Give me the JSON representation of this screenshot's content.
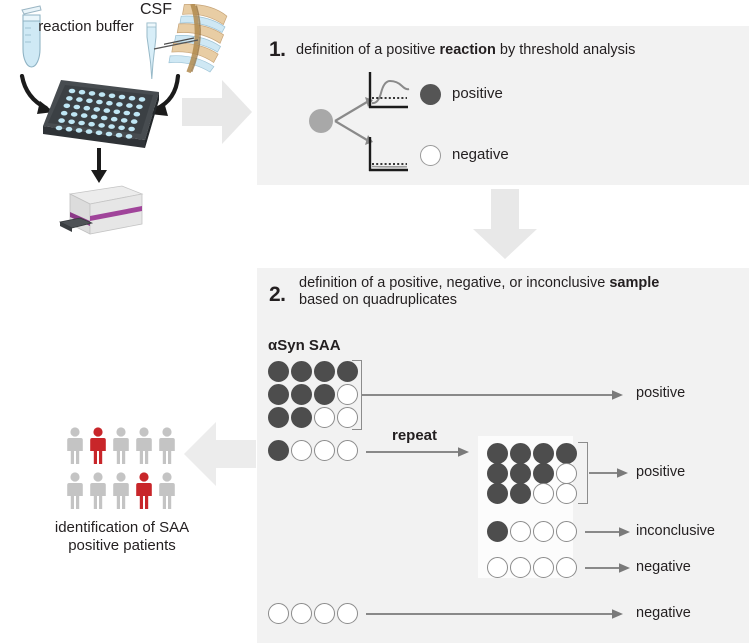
{
  "figure": {
    "title": "alpha-synuclein seed amplification assay (SAA) workflow",
    "background": "#ffffff",
    "panel_bg": "#f2f2f2"
  },
  "colors": {
    "panel": "#f2f2f2",
    "positive_dot": "#4d4d4d",
    "negative_dot_border": "#8c8c8c",
    "negative_dot_fill": "#ffffff",
    "source_dot": "#a8a8a8",
    "arrow": "#6e6e6e",
    "block_arrow": "#e8e8e8",
    "person_grey": "#c4c4c4",
    "person_red": "#c8262a",
    "plate_body": "#3f4448",
    "well": "#b9e2f0",
    "reader_stripe": "#a0449a",
    "tube_liquid": "#bfe4f2",
    "spine_bone": "#e3c59a",
    "spine_disc": "#bfe0ef",
    "text": "#231f20"
  },
  "inputs": {
    "reaction_buffer": {
      "label": "reaction buffer",
      "icon": "microcentrifuge-tube-icon"
    },
    "csf": {
      "label": "CSF",
      "icon": "spine-lumbar-puncture-icon",
      "pipette_icon": "pipette-tip-icon"
    },
    "plate": {
      "icon": "96-well-microplate-icon",
      "rows": 8,
      "columns": 12
    },
    "reader": {
      "icon": "plate-reader-icon"
    }
  },
  "step1": {
    "number": "1.",
    "text_before": "definition of a positive ",
    "text_bold": "reaction",
    "text_after": " by threshold analysis",
    "source_dot": "source-well-dot",
    "branches": [
      {
        "curve": "sigmoidal-rising-curve",
        "threshold": "dotted-threshold-line",
        "dot_state": "positive",
        "label": "positive"
      },
      {
        "curve": "flat-baseline-curve",
        "threshold": "dotted-threshold-line",
        "dot_state": "negative",
        "label": "negative"
      }
    ]
  },
  "step2": {
    "number": "2.",
    "line1_before": "definition of a positive, negative, or inconclusive ",
    "line1_bold": "sample",
    "line2": "based on quadruplicates",
    "assay_label": "αSyn SAA",
    "repeat_label": "repeat",
    "initial_group": {
      "rows": [
        {
          "states": [
            "positive",
            "positive",
            "positive",
            "positive"
          ]
        },
        {
          "states": [
            "positive",
            "positive",
            "positive",
            "negative"
          ]
        },
        {
          "states": [
            "positive",
            "positive",
            "negative",
            "negative"
          ]
        }
      ],
      "bracket": true,
      "outcome": "positive"
    },
    "repeat_row": {
      "states": [
        "positive",
        "negative",
        "negative",
        "negative"
      ],
      "outcome_via": "repeat"
    },
    "repeat_results": {
      "grouped": {
        "rows": [
          {
            "states": [
              "positive",
              "positive",
              "positive",
              "positive"
            ]
          },
          {
            "states": [
              "positive",
              "positive",
              "positive",
              "negative"
            ]
          },
          {
            "states": [
              "positive",
              "positive",
              "negative",
              "negative"
            ]
          }
        ],
        "bracket": true,
        "outcome": "positive"
      },
      "singles": [
        {
          "states": [
            "positive",
            "negative",
            "negative",
            "negative"
          ],
          "outcome": "inconclusive"
        },
        {
          "states": [
            "negative",
            "negative",
            "negative",
            "negative"
          ],
          "outcome": "negative"
        }
      ]
    },
    "final_negative_row": {
      "states": [
        "negative",
        "negative",
        "negative",
        "negative"
      ],
      "outcome": "negative"
    }
  },
  "result": {
    "caption_line1": "identification of SAA",
    "caption_line2": "positive patients",
    "people_rows": [
      {
        "states": [
          "grey",
          "red",
          "grey",
          "grey",
          "grey"
        ]
      },
      {
        "states": [
          "grey",
          "grey",
          "grey",
          "red",
          "grey"
        ]
      }
    ],
    "total_people": 10,
    "positive_people": 2
  },
  "arrows": {
    "to_step1": "block-arrow-right",
    "step1_to_step2": "block-arrow-down",
    "step2_to_result": "block-arrow-left"
  }
}
